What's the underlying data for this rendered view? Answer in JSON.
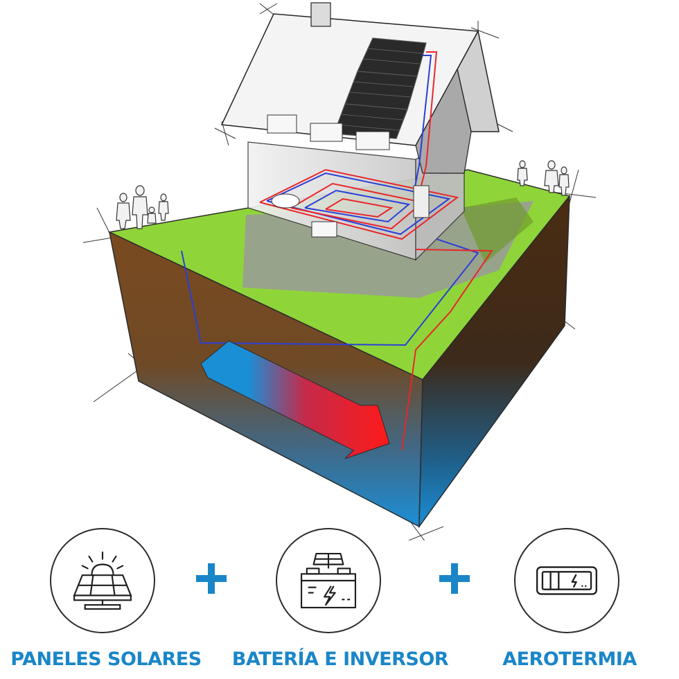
{
  "features": [
    {
      "id": "solar",
      "label": "PANELES SOLARES",
      "icon": "solar-panel-icon"
    },
    {
      "id": "battery",
      "label": "BATERÍA E INVERSOR",
      "icon": "battery-inverter-icon"
    },
    {
      "id": "aerotermia",
      "label": "AEROTERMIA",
      "icon": "heat-pump-unit-icon"
    }
  ],
  "separator_icon": "plus-icon",
  "colors": {
    "accent": "#1a86c8",
    "grass": "#8fd53a",
    "soil": "#7a4a1e",
    "ground_water": "#1b8fd6",
    "hot_pipe": "#e8262b",
    "cold_pipe": "#2a3fd6",
    "outline": "#2b2b2b"
  }
}
